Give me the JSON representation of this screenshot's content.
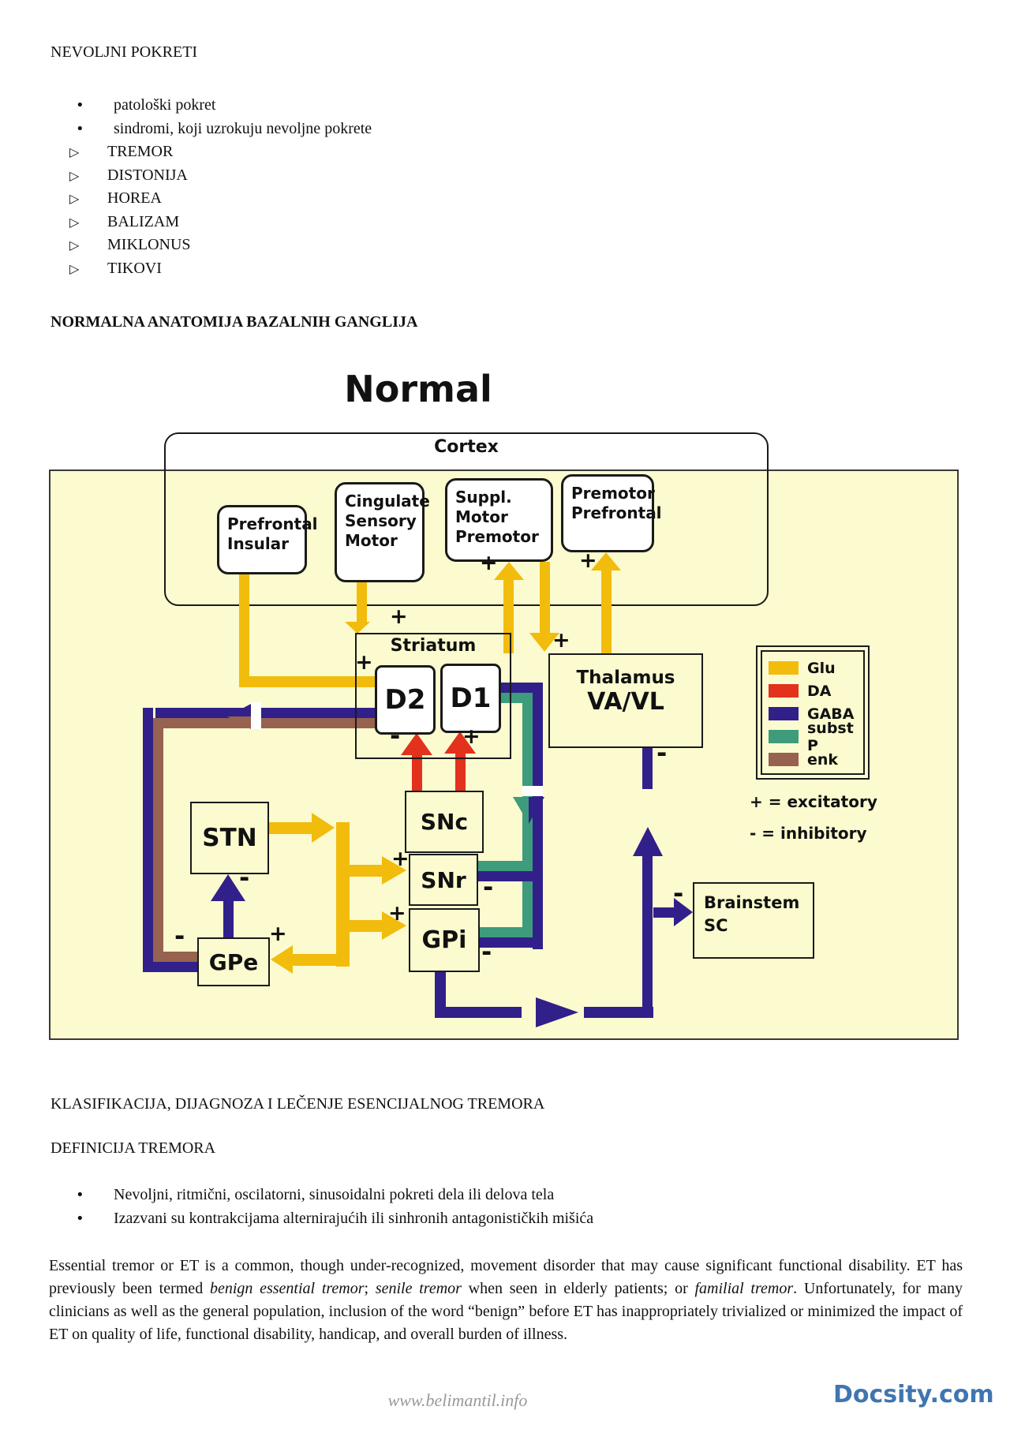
{
  "doc": {
    "title": "NEVOLJNI POKRETI",
    "bullet_char": "•",
    "triangle_char": "▷",
    "list_dot": [
      "patološki pokret",
      "sindromi, koji uzrokuju nevoljne pokrete"
    ],
    "list_tri": [
      "TREMOR",
      "DISTONIJA",
      "HOREA",
      "BALIZAM",
      "MIKLONUS",
      "TIKOVI"
    ],
    "heading_anatomy": "NORMALNA ANATOMIJA BAZALNIH GANGLIJA",
    "heading_klasifikacija": "KLASIFIKACIJA, DIJAGNOZA I LEČENJE ESENCIJALNOG TREMORA",
    "heading_definicija": "DEFINICIJA TREMORA",
    "def_bullets": [
      "Nevoljni, ritmični, oscilatorni, sinusoidalni pokreti  dela ili delova tela",
      "Izazvani su kontrakcijama alternirajućih ili sinhronih antagonističkih mišića"
    ],
    "paragraph": {
      "s1": "Essential tremor or ET is a common, though under-recognized, movement disorder that may cause significant functional disability.  ET has previously been termed ",
      "i1": "benign essential tremor",
      "s2": "; ",
      "i2": "senile tremor",
      "s3": " when seen in elderly patients; or ",
      "i3": "familial tremor",
      "s4": ".  Unfortunately, for many clinicians as well as the general population, inclusion of the word “benign” before ET has inappropriately trivialized or minimized the impact of ET on quality of life, functional disability, handicap, and overall burden of illness."
    },
    "footer": {
      "site": "www.belimantil.info",
      "brand": "Docsity.com"
    }
  },
  "diagram": {
    "title": "Normal",
    "cortex_label": "Cortex",
    "boxes": {
      "prefrontal": [
        "Prefrontal",
        "Insular"
      ],
      "cingulate": [
        "Cingulate",
        "Sensory",
        "Motor"
      ],
      "suppl": [
        "Suppl. Motor",
        "Premotor"
      ],
      "premotor": [
        "Premotor",
        "Prefrontal"
      ],
      "striatum": "Striatum",
      "d2": "D2",
      "d1": "D1",
      "thalamus": [
        "Thalamus",
        "VA/VL"
      ],
      "snc": "SNc",
      "snr": "SNr",
      "gpi": "GPi",
      "stn": "STN",
      "gpe": "GPe",
      "brainstem": [
        "Brainstem",
        "SC"
      ]
    },
    "legend": {
      "items": [
        {
          "label": "Glu",
          "color": "#F2BC0D"
        },
        {
          "label": "DA",
          "color": "#E2311C"
        },
        {
          "label": "GABA",
          "color": "#31208A"
        },
        {
          "label": "subst P",
          "color": "#3E9B7C"
        },
        {
          "label": "enk",
          "color": "#97624F"
        }
      ]
    },
    "notes": {
      "excitatory": "+ = excitatory",
      "inhibitory": "- = inhibitory"
    },
    "signs": {
      "plus": "+",
      "minus": "-"
    },
    "colors": {
      "glu": "#F2BC0D",
      "da": "#E2311C",
      "gaba": "#31208A",
      "subst_p": "#3E9B7C",
      "enk": "#97624F",
      "diagram_background": "#FBFBCF"
    }
  }
}
